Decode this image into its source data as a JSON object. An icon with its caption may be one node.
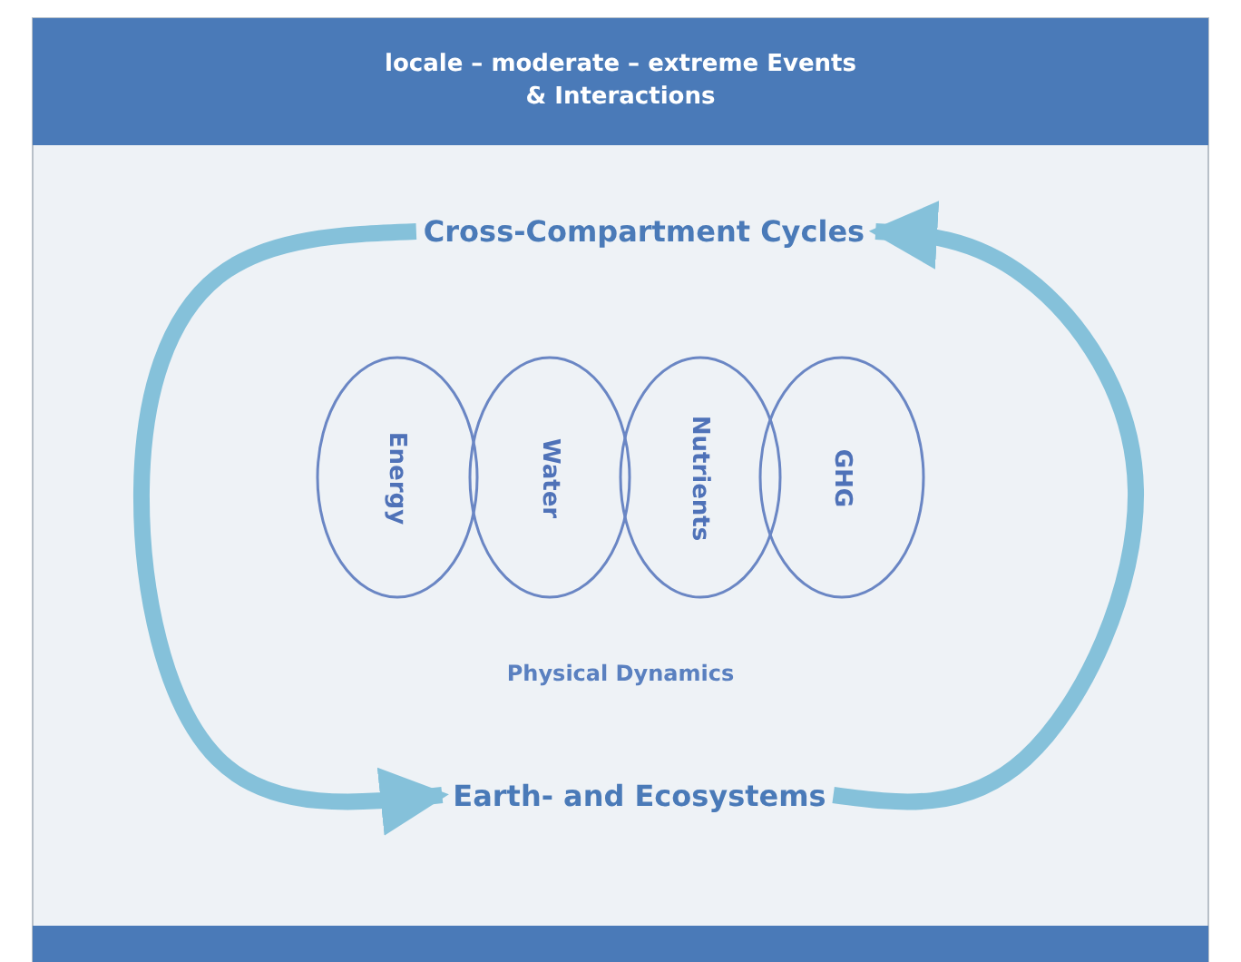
{
  "diagram": {
    "nodes": [
      {
        "text": [
          "locale – moderate – extreme Events & Interactions"
        ]
      },
      {
        "text": [
          "Cross-Compartment Cycles"
        ]
      },
      {
        "text": [
          "Energy"
        ]
      },
      {
        "text": [
          "Water"
        ]
      },
      {
        "text": [
          "Nutrients"
        ]
      },
      {
        "text": [
          "GHG"
        ]
      },
      {
        "text": [
          "Earth- and Ecosystems"
        ]
      },
      {
        "text": [],
        "shape": "bar"
      }
    ],
    "edges": [
      {
        "from": 1,
        "to": 6,
        "arrow": "to"
      },
      {
        "from": 6,
        "to": 1,
        "arrow": "to"
      }
    ],
    "labels": [
      "Physical Dynamics"
    ]
  }
}
